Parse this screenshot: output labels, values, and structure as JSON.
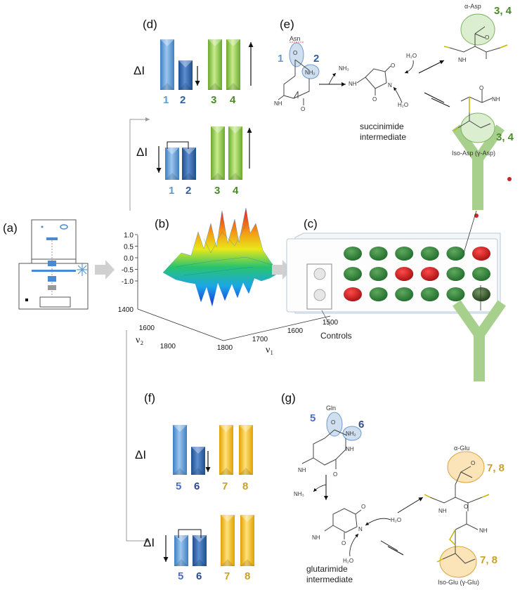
{
  "colors": {
    "blue_light": "#5b9bd5",
    "blue_dark": "#2e5fa3",
    "green": "#8cc63f",
    "green_dark": "#4a8a2a",
    "gold": "#f2b705",
    "gold_text": "#c9a227",
    "well_green": "#2e7d32",
    "well_red": "#c62828",
    "antibody": "#a7d08c"
  },
  "panels": {
    "a": {
      "label": "(a)"
    },
    "b": {
      "label": "(b)"
    },
    "c": {
      "label": "(c)",
      "controls": "Controls"
    },
    "d": {
      "label": "(d)",
      "delta": "ΔI",
      "n1": "1",
      "n2": "2",
      "n3": "3",
      "n4": "4"
    },
    "e": {
      "label": "(e)",
      "asn": "Asn",
      "n1": "1",
      "n2": "2",
      "nh2": "NH₂",
      "nh3": "NH₃",
      "h2o": "H₂O",
      "succ_1": "succinimide",
      "succ_2": "intermediate",
      "alpha": "α-Asp",
      "iso": "Iso-Asp (γ-Asp)",
      "tag": "3, 4",
      "nh": "NH",
      "h": "H",
      "n": "N",
      "o": "O"
    },
    "f": {
      "label": "(f)",
      "delta": "ΔI",
      "n5": "5",
      "n6": "6",
      "n7": "7",
      "n8": "8"
    },
    "g": {
      "label": "(g)",
      "gln": "Gln",
      "n5": "5",
      "n6": "6",
      "nh2": "NH₂",
      "nh3": "NH₃",
      "h2o": "H₂O",
      "glut_1": "glutarimide",
      "glut_2": "intermediate",
      "alpha": "α-Glu",
      "iso": "Iso-Glu (γ-Glu)",
      "tag": "7, 8",
      "nh": "NH",
      "h": "H",
      "n": "N",
      "o": "O"
    }
  },
  "plot3d": {
    "z_ticks": [
      "1.0",
      "0.5",
      "0.0",
      "-0.5",
      "-1.0"
    ],
    "v2_ticks": [
      "1400",
      "1600",
      "1800"
    ],
    "v1_ticks": [
      "1800",
      "1700",
      "1600",
      "1500"
    ],
    "v2_label": "ν₂",
    "v1_label": "ν₁"
  },
  "plate": {
    "rows": [
      [
        "g",
        "g",
        "g",
        "g",
        "g",
        "r"
      ],
      [
        "g",
        "g",
        "r",
        "r",
        "g",
        "g"
      ],
      [
        "r",
        "g",
        "g",
        "g",
        "g",
        "dg"
      ]
    ]
  }
}
